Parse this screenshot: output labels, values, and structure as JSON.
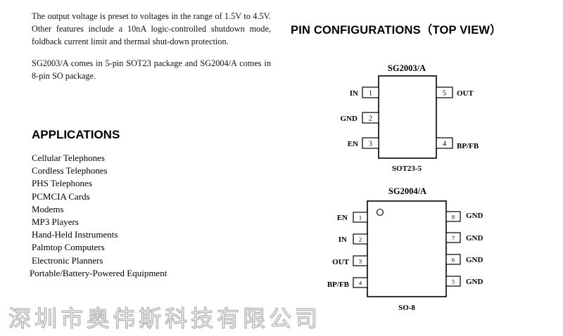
{
  "intro": {
    "p1": "The output voltage is preset to voltages in the range of 1.5V to 4.5V. Other features include a 10nA logic-controlled shutdown mode, foldback current limit and thermal shut-down protection.",
    "p2": "SG2003/A comes in 5-pin SOT23 package and SG2004/A comes in 8-pin SO package."
  },
  "applications": {
    "title": "APPLICATIONS",
    "items": [
      "Cellular Telephones",
      "Cordless Telephones",
      "PHS Telephones",
      "PCMCIA Cards",
      "Modems",
      "MP3 Players",
      "Hand-Held Instruments",
      "Palmtop Computers",
      "Electronic Planners",
      "Portable/Battery-Powered Equipment"
    ]
  },
  "pin_config": {
    "title": "PIN CONFIGURATIONS（TOP VIEW）",
    "sot23": {
      "name": "SG2003/A",
      "package": "SOT23-5",
      "left_pins": [
        {
          "num": "1",
          "label": "IN"
        },
        {
          "num": "2",
          "label": "GND"
        },
        {
          "num": "3",
          "label": "EN"
        }
      ],
      "right_pins": [
        {
          "num": "5",
          "label": "OUT"
        },
        {
          "num": "4",
          "label": "BP/FB"
        }
      ]
    },
    "so8": {
      "name": "SG2004/A",
      "package": "SO-8",
      "left_pins": [
        {
          "num": "1",
          "label": "EN"
        },
        {
          "num": "2",
          "label": "IN"
        },
        {
          "num": "3",
          "label": "OUT"
        },
        {
          "num": "4",
          "label": "BP/FB"
        }
      ],
      "right_pins": [
        {
          "num": "8",
          "label": "GND"
        },
        {
          "num": "7",
          "label": "GND"
        },
        {
          "num": "6",
          "label": "GND"
        },
        {
          "num": "5",
          "label": "GND"
        }
      ]
    }
  },
  "watermark": "深圳市奥伟斯科技有限公司"
}
